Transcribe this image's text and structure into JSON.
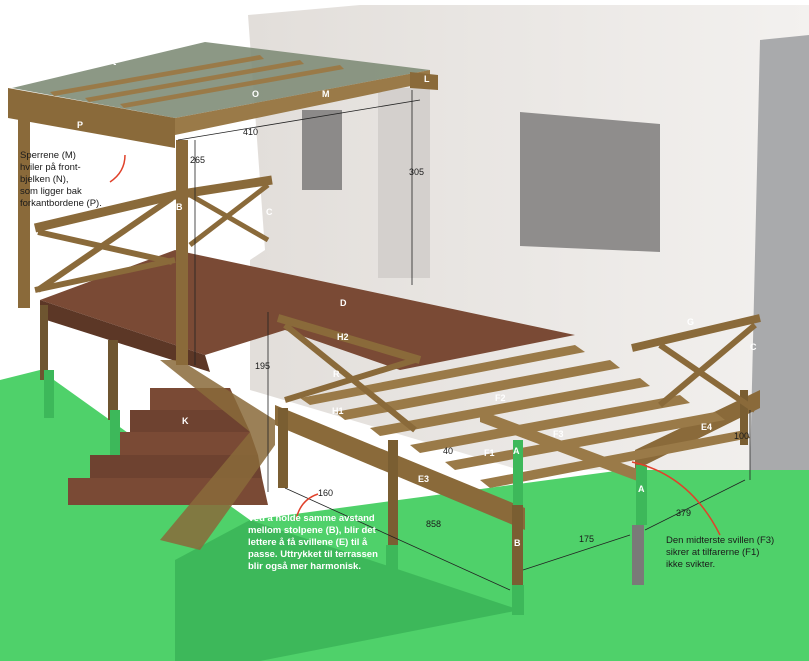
{
  "labels": {
    "Q": "Q",
    "O": "O",
    "M": "M",
    "L": "L",
    "P": "P",
    "B_top": "B",
    "C_left": "C",
    "D": "D",
    "H2": "H2",
    "R": "R",
    "H1": "H1",
    "E3_left": "E3",
    "K": "K",
    "F2": "F2",
    "F3": "F3",
    "F1": "F1",
    "A_mid": "A",
    "E3_front": "E3",
    "B_front": "B",
    "G": "G",
    "C_right": "C",
    "E4": "E4",
    "A_right": "A"
  },
  "dimensions": {
    "d410": "410",
    "d265": "265",
    "d305": "305",
    "d195": "195",
    "d40": "40",
    "d160": "160",
    "d858": "858",
    "d175": "175",
    "d379": "379",
    "d100": "100"
  },
  "notes": {
    "left": "Sperrene (M)\nhviler på front-\nbjelken (N),\nsom ligger bak\nforkantbordene (P).",
    "middle": "Ved å holde samme avstand\nmellom stolpene (B), blir det\nlettere å få svillene (E) til å\npasse. Uttrykket til terrassen\nblir også mer harmonisk.",
    "right": "Den midterste svillen (F3)\nsikrer at tilfarerne (F1)\nikke svikter."
  },
  "colors": {
    "wood": "#8a6a3a",
    "deck": "#7a4a35",
    "grass": "#4fd16a",
    "wall": "#ece9e7",
    "arrow": "#e0412a"
  }
}
